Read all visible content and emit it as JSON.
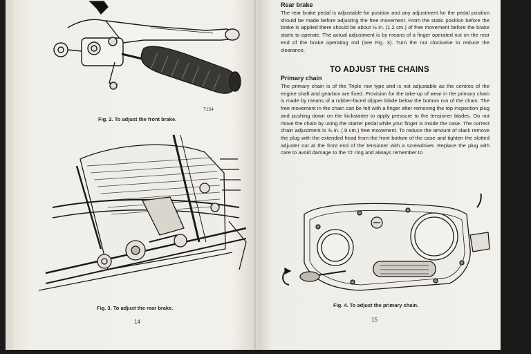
{
  "left_page": {
    "fig2_caption": "Fig. 2. To adjust the front brake.",
    "fig2_code": "T154",
    "fig3_caption": "Fig. 3.  To adjust the rear brake.",
    "page_number": "14"
  },
  "right_page": {
    "rear_brake_heading": "Rear brake",
    "rear_brake_text": "The rear brake pedal is adjustable for position and any adjustment for the pedal position should be made before adjusting the free movement. From the static position before the brake is applied there should be about ½ in. (1.2 cm.) of free movement before the brake starts to operate. The actual adjustment is by means of a finger operated nut on the rear end of the brake operating rod (see Fig. 3). Turn the nut clockwise to reduce the clearance.",
    "main_heading": "TO ADJUST THE CHAINS",
    "primary_chain_heading": "Primary chain",
    "primary_chain_text": "The primary chain is of the Triple row type and is not adjustable as the centres of the engine shaft and gearbox are fixed. Provision for the take-up of wear in the primary chain is made by means of a rubber-faced slipper blade below the bottom run of the chain. The free movement in the chain can be felt with a finger after removing the top inspection plug and pushing down on the kickstarter to apply pressure to the tensioner blades. Do not move the chain by using the starter pedal while your finger is inside the case. The correct chain adjustment is ⅜ in. (.9 cm.) free movement. To reduce the amount of slack remove the plug with the extended head from the front bottom of the case and tighten the slotted adjuster nut at the front end of the tensioner with a screwdriver. Replace the plug with care to avoid damage to the 'O' ring and always remember to",
    "fig4_caption": "Fig. 4.  To adjust the primary chain.",
    "page_number": "15"
  }
}
